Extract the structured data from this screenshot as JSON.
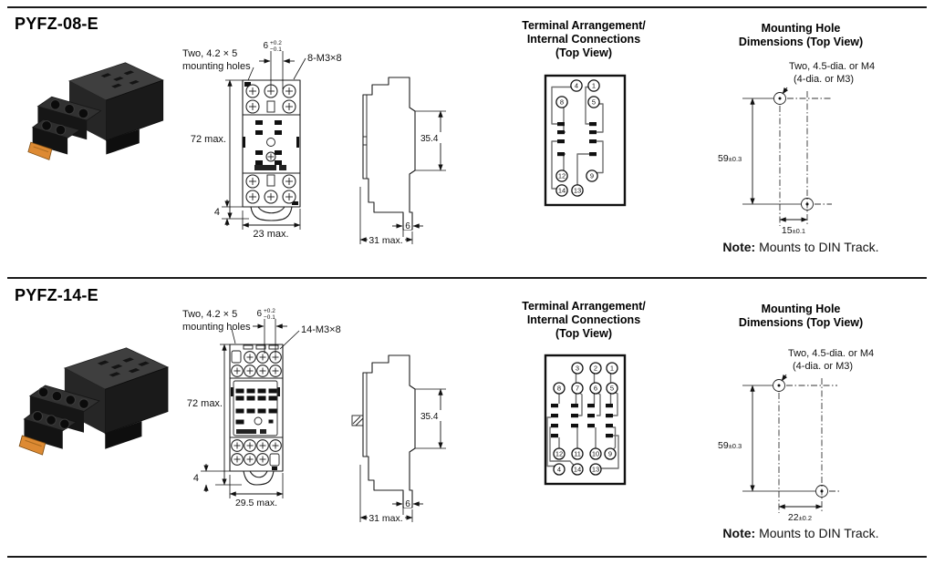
{
  "page": {
    "sections": [
      {
        "model": "PYFZ-08-E",
        "front": {
          "holes_label1": "Two, 4.2 × 5",
          "holes_label2": "mounting holes",
          "pitch_value": "6",
          "pitch_tol_plus": "+0.2",
          "pitch_tol_minus": "−0.1",
          "screws_label": "8-M3×8",
          "height_dim": "72 max.",
          "hook_dim": "4",
          "width_dim": "23 max."
        },
        "side": {
          "din_dim": "35.4",
          "foot_dim": "6",
          "depth_dim": "31 max."
        },
        "terminal": {
          "title1": "Terminal Arrangement/",
          "title2": "Internal Connections",
          "title3": "(Top View)",
          "pins": [
            "4",
            "1",
            "8",
            "5",
            "12",
            "9",
            "14",
            "13"
          ]
        },
        "mounting": {
          "title1": "Mounting Hole",
          "title2": "Dimensions (Top View)",
          "holes_label1": "Two, 4.5-dia. or M4",
          "holes_label2": "(4-dia. or M3)",
          "v_value": "59",
          "v_tol": "±0.3",
          "h_value": "15",
          "h_tol": "±0.1",
          "note_label": "Note:",
          "note_text": "Mounts to DIN Track."
        }
      },
      {
        "model": "PYFZ-14-E",
        "front": {
          "holes_label1": "Two, 4.2 × 5",
          "holes_label2": "mounting holes",
          "pitch_value": "6",
          "pitch_tol_plus": "+0.2",
          "pitch_tol_minus": "−0.1",
          "screws_label": "14-M3×8",
          "height_dim": "72 max.",
          "hook_dim": "4",
          "width_dim": "29.5 max."
        },
        "side": {
          "din_dim": "35.4",
          "foot_dim": "6",
          "depth_dim": "31 max."
        },
        "terminal": {
          "title1": "Terminal Arrangement/",
          "title2": "Internal Connections",
          "title3": "(Top View)",
          "pins": [
            "3",
            "2",
            "1",
            "8",
            "7",
            "6",
            "5",
            "12",
            "11",
            "10",
            "9",
            "4",
            "14",
            "13"
          ]
        },
        "mounting": {
          "title1": "Mounting Hole",
          "title2": "Dimensions (Top View)",
          "holes_label1": "Two, 4.5-dia. or M4",
          "holes_label2": "(4-dia. or M3)",
          "v_value": "59",
          "v_tol": "±0.3",
          "h_value": "22",
          "h_tol": "±0.2",
          "note_label": "Note:",
          "note_text": "Mounts to DIN Track."
        }
      }
    ]
  }
}
